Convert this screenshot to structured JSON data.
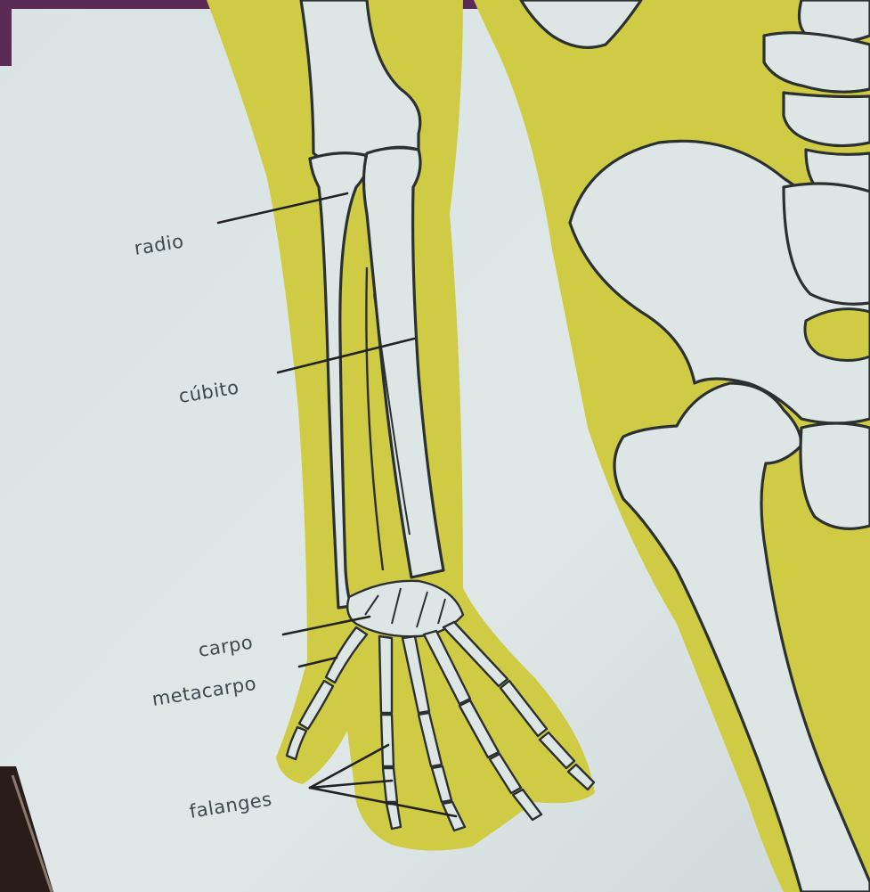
{
  "diagram": {
    "labels": {
      "radius": "radio",
      "ulna": "cúbito",
      "carpus": "carpo",
      "metacarpus": "metacarpo",
      "phalanges": "falanges"
    },
    "colors": {
      "page": "#dce6e6",
      "body_fill": "#cfcb45",
      "bone": "#dde6e4",
      "outline": "#2b3030",
      "banner": "#5b2a55",
      "label_text": "#3a4a50"
    }
  }
}
